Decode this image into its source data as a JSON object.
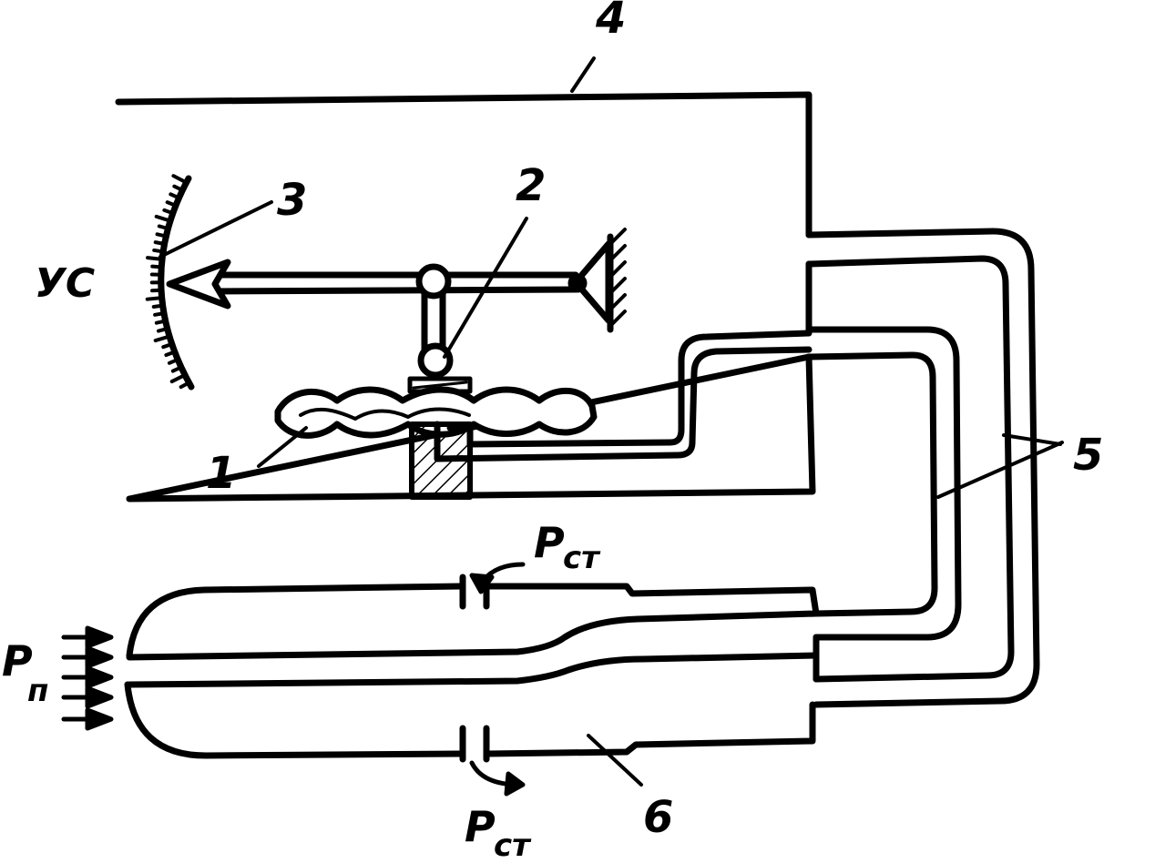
{
  "labels": {
    "n1": "1",
    "n2": "2",
    "n3": "3",
    "n4": "4",
    "n5": "5",
    "n6": "6",
    "us": "УС"
  },
  "pressure": {
    "static_main": "P",
    "static_sub": "ст",
    "total_main": "P",
    "total_sub": "п"
  },
  "colors": {
    "ink": "#000000",
    "paper": "#ffffff"
  }
}
